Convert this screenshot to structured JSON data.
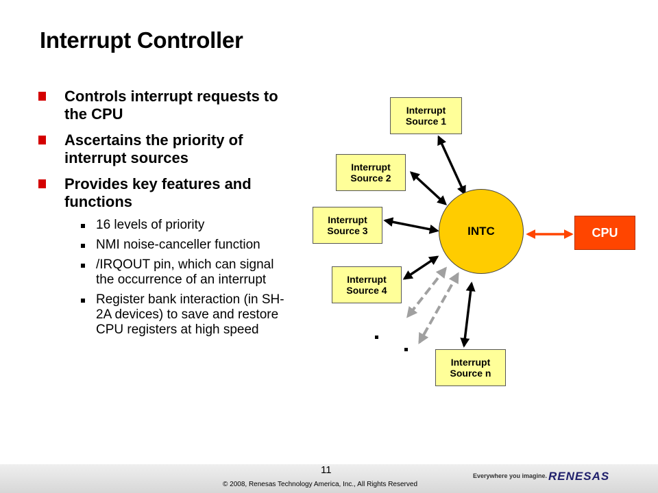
{
  "title": "Interrupt Controller",
  "bullets": [
    "Controls interrupt requests to the CPU",
    "Ascertains the priority of interrupt sources",
    "Provides key features and functions"
  ],
  "sub_bullets": [
    "16 levels of priority",
    "NMI noise-canceller function",
    "/IRQOUT pin, which can signal the occurrence of an interrupt",
    "Register bank interaction (in SH-2A devices) to save and restore CPU registers at high speed"
  ],
  "diagram": {
    "center": "INTC",
    "cpu": "CPU",
    "sources": [
      {
        "line1": "Interrupt",
        "line2": "Source 1"
      },
      {
        "line1": "Interrupt",
        "line2": "Source 2"
      },
      {
        "line1": "Interrupt",
        "line2": "Source 3"
      },
      {
        "line1": "Interrupt",
        "line2": "Source 4"
      },
      {
        "line1": "Interrupt",
        "line2": "Source n"
      }
    ],
    "colors": {
      "source_fill": "#ffff99",
      "intc_fill": "#ffcc00",
      "cpu_fill": "#ff4500",
      "cpu_arrow": "#ff4500",
      "dashed_arrow": "#a0a0a0"
    }
  },
  "footer": {
    "page_number": "11",
    "copyright": "© 2008, Renesas Technology America, Inc., All Rights Reserved",
    "tagline": "Everywhere you imagine.",
    "brand": "RENESAS"
  }
}
